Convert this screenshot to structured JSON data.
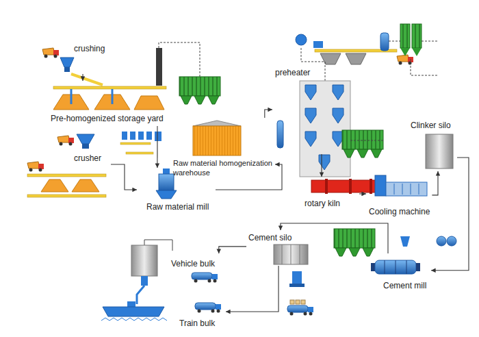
{
  "diagram": {
    "nodes": [
      {
        "text": [
          "crushing"
        ]
      },
      {
        "text": [
          "Pre-homogenized storage yard"
        ]
      },
      {
        "text": [
          "crusher"
        ]
      },
      {
        "text": [
          "Raw material mill"
        ]
      },
      {
        "text": [
          "Raw material homogenization warehouse"
        ]
      },
      {
        "text": [
          "preheater"
        ]
      },
      {
        "text": [
          "rotary kiln"
        ]
      },
      {
        "text": [
          "Cooling machine"
        ]
      },
      {
        "text": [
          "Clinker silo"
        ]
      },
      {
        "text": [
          "Cement mill"
        ]
      },
      {
        "text": [
          "Cement silo"
        ]
      },
      {
        "text": [
          "Vehicle bulk"
        ]
      },
      {
        "text": [
          "Train bulk"
        ]
      }
    ],
    "edges": [
      {
        "from": 0,
        "to": 1,
        "arrow": "to"
      },
      {
        "from": 1,
        "to": 3,
        "arrow": "to"
      },
      {
        "from": 2,
        "to": 3,
        "arrow": "to"
      },
      {
        "from": 3,
        "to": 4,
        "arrow": "to"
      },
      {
        "from": 4,
        "to": 5,
        "arrow": "to"
      },
      {
        "from": 5,
        "to": 6,
        "arrow": "to"
      },
      {
        "from": 6,
        "to": 7,
        "arrow": "to"
      },
      {
        "from": 7,
        "to": 8,
        "arrow": "to"
      },
      {
        "from": 8,
        "to": 9,
        "arrow": "to"
      },
      {
        "from": 9,
        "to": 10,
        "arrow": "to"
      },
      {
        "from": 10,
        "to": 11,
        "arrow": "to"
      },
      {
        "from": 10,
        "to": 12,
        "arrow": "to"
      }
    ]
  }
}
